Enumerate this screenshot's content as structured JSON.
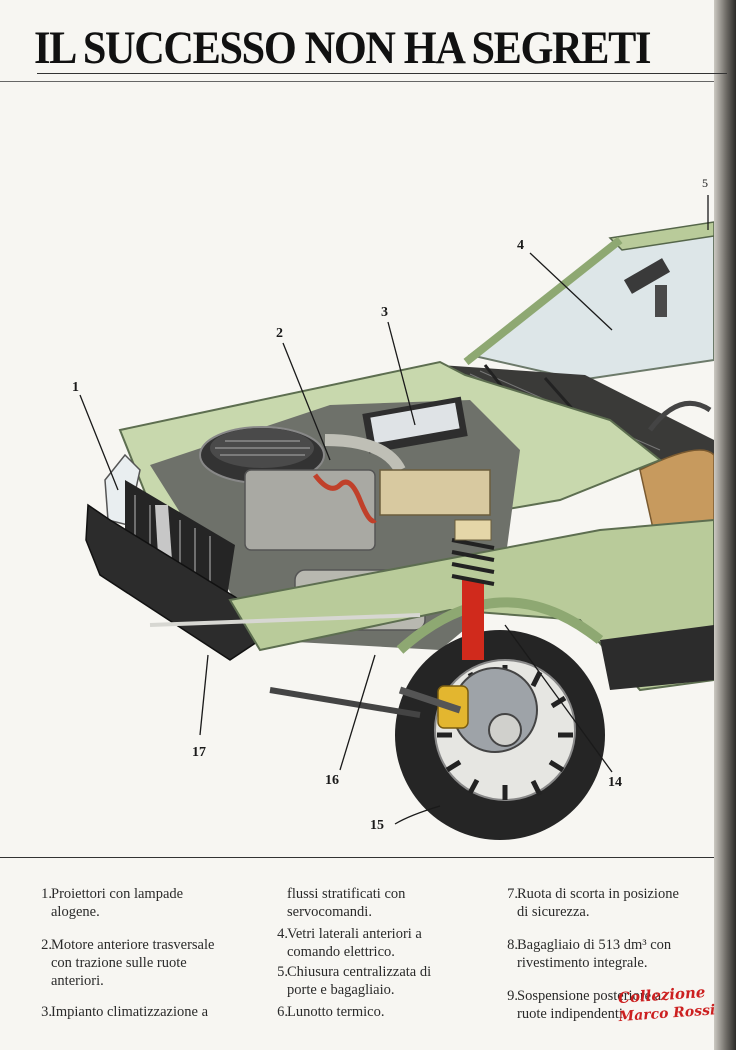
{
  "headline": "IL SUCCESSO NON HA SEGRETI",
  "callouts": {
    "c1": "1",
    "c2": "2",
    "c3": "3",
    "c4": "4",
    "c5": "5",
    "c14": "14",
    "c15": "15",
    "c16": "16",
    "c17": "17"
  },
  "captions": {
    "col1": [
      {
        "num": "1.",
        "lines": [
          "Proiettori con lampade",
          "alogene."
        ]
      },
      {
        "num": "2.",
        "lines": [
          "Motore anteriore trasversale",
          "con trazione sulle ruote",
          "anteriori."
        ]
      },
      {
        "num": "3.",
        "lines": [
          "Impianto climatizzazione a"
        ]
      }
    ],
    "col2": [
      {
        "num": "",
        "lines": [
          "flussi stratificati con",
          "servocomandi."
        ]
      },
      {
        "num": "4.",
        "lines": [
          "Vetri laterali anteriori a",
          "comando elettrico."
        ]
      },
      {
        "num": "5.",
        "lines": [
          "Chiusura centralizzata di",
          "porte e bagagliaio."
        ]
      },
      {
        "num": "6.",
        "lines": [
          "Lunotto termico."
        ]
      }
    ],
    "col3": [
      {
        "num": "7.",
        "lines": [
          "Ruota di scorta in posizione",
          "di sicurezza."
        ]
      },
      {
        "num": "8.",
        "lines": [
          "Bagagliaio di 513 dm³ con",
          "rivestimento integrale."
        ]
      },
      {
        "num": "9.",
        "lines": [
          "Sospensione posteriore a",
          "ruote indipendenti."
        ]
      }
    ]
  },
  "watermark": {
    "line1": "Collezione",
    "line2": "Marco Rossi"
  },
  "colors": {
    "body_green": "#b9cb9a",
    "body_green_dark": "#8ea872",
    "bumper": "#2b2b2b",
    "suspension_red": "#d02a1c",
    "caliper_yellow": "#e3b62f",
    "stamp_red": "#cc2020"
  }
}
